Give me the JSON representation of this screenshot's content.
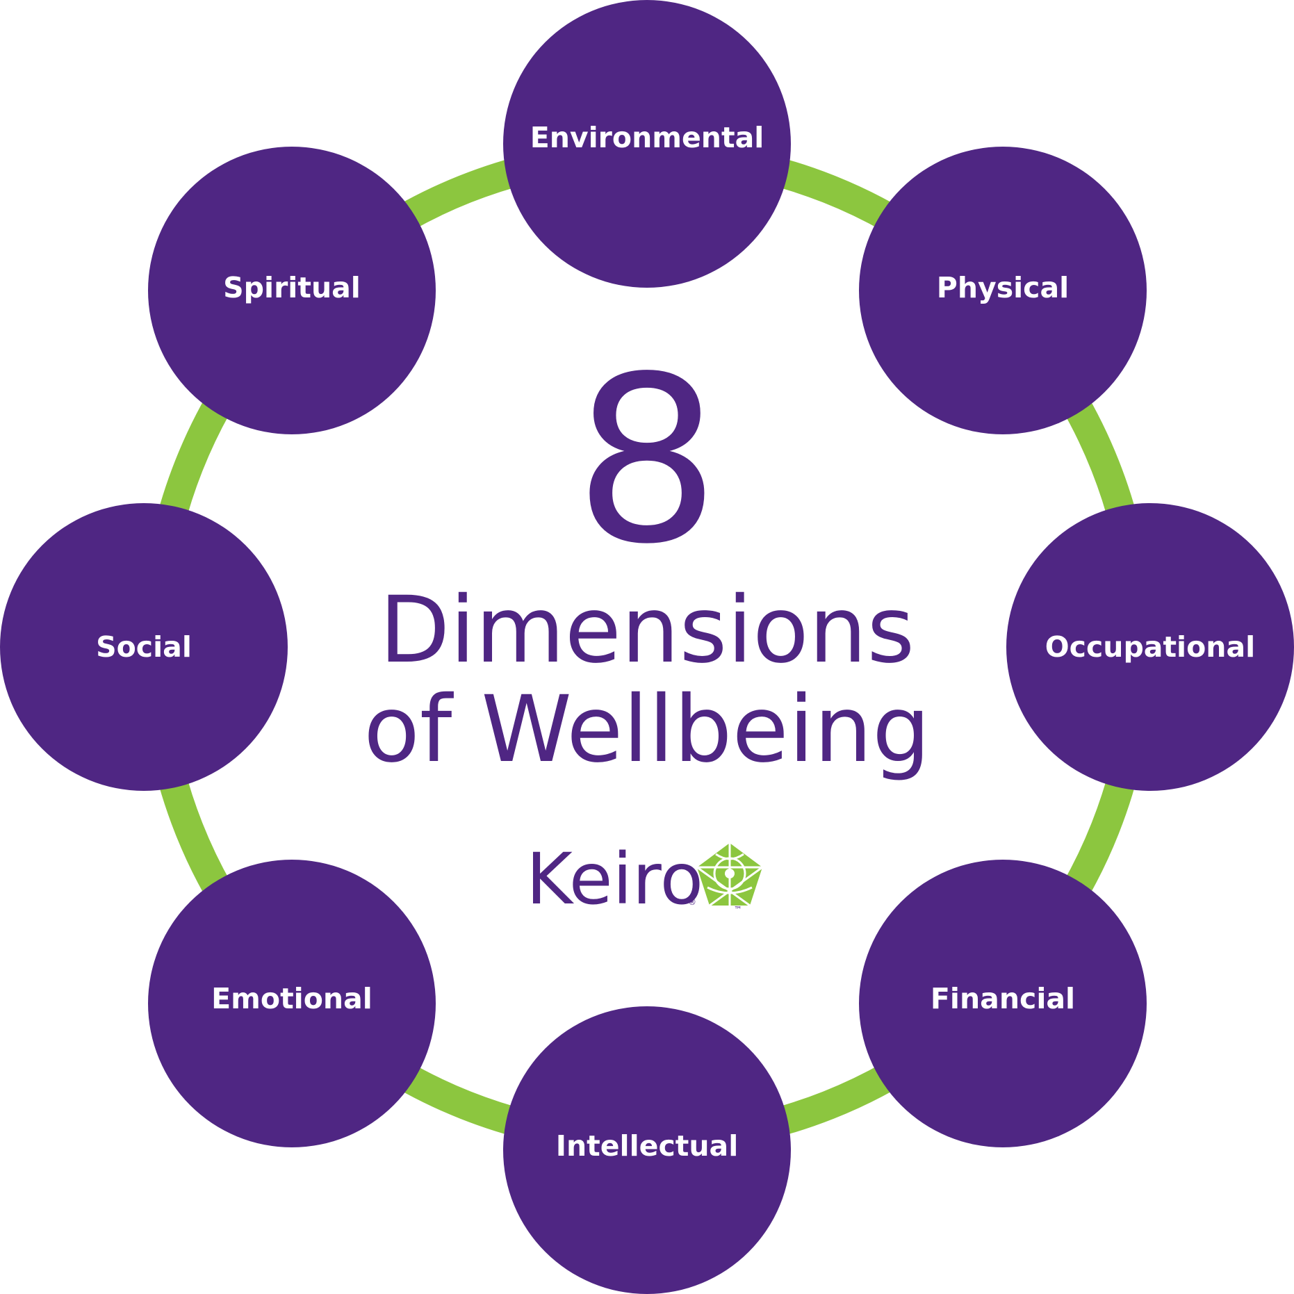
{
  "colors": {
    "ring": "#8cc63f",
    "node": "#4f2683",
    "node_text": "#ffffff",
    "title": "#4f2683",
    "logo_mark": "#8cc63f"
  },
  "center": {
    "number": "8",
    "title_line1": "Dimensions",
    "title_line2": "of Wellbeing"
  },
  "logo": {
    "wordmark": "Keiro",
    "registered": "®",
    "trademark": "™",
    "icon": "keiro-emblem-icon"
  },
  "dimensions": [
    {
      "label": "Environmental"
    },
    {
      "label": "Physical"
    },
    {
      "label": "Occupational"
    },
    {
      "label": "Financial"
    },
    {
      "label": "Intellectual"
    },
    {
      "label": "Emotional"
    },
    {
      "label": "Social"
    },
    {
      "label": "Spiritual"
    }
  ]
}
